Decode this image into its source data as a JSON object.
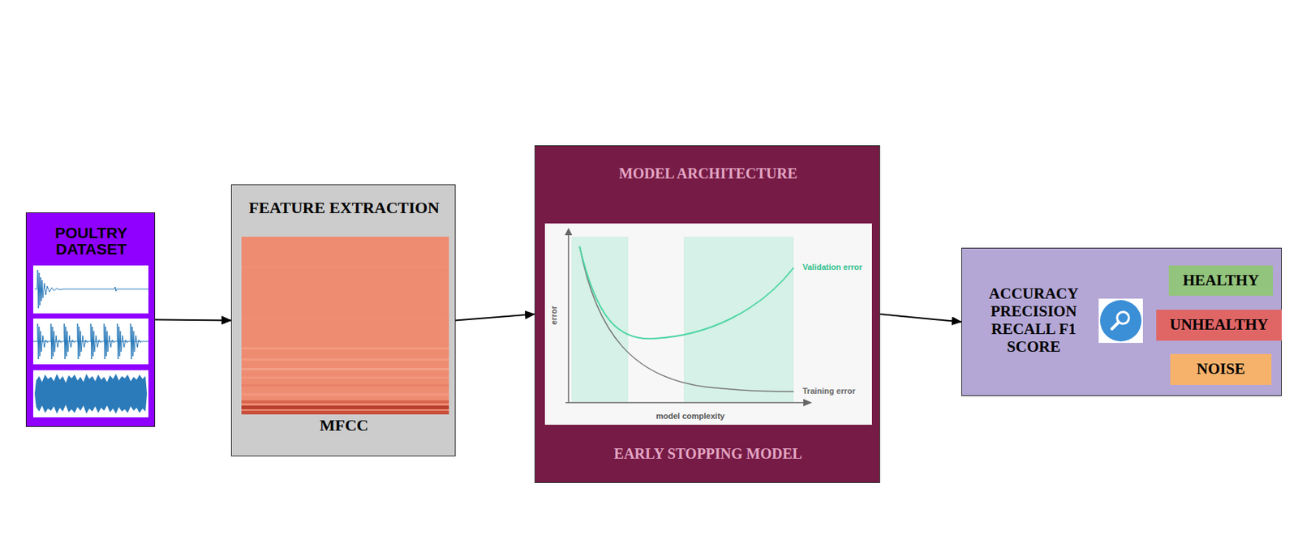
{
  "diagram": {
    "nodes": [
      {
        "text": [
          "POULTRY DATASET"
        ]
      },
      {
        "text": [
          "FEATURE EXTRACTION",
          "MFCC"
        ]
      },
      {
        "text": [
          "MODEL ARCHITECTURE",
          "EARLY STOPPING MODEL"
        ]
      },
      {
        "text": [
          "ACCURACY PRECISION RECALL F1 SCORE"
        ]
      },
      {
        "text": [
          "HEALTHY"
        ],
        "in": 3
      },
      {
        "text": [
          "UNHEALTHY"
        ],
        "in": 3
      },
      {
        "text": [
          "NOISE"
        ],
        "in": 3
      }
    ],
    "edges": [
      {
        "from": 0,
        "to": 1,
        "arrow": "to"
      },
      {
        "from": 1,
        "to": 2,
        "arrow": "to"
      },
      {
        "from": 2,
        "to": 3,
        "arrow": "to"
      }
    ],
    "labels": [
      "Validation error",
      "error",
      "Training error",
      "model complexity"
    ]
  }
}
